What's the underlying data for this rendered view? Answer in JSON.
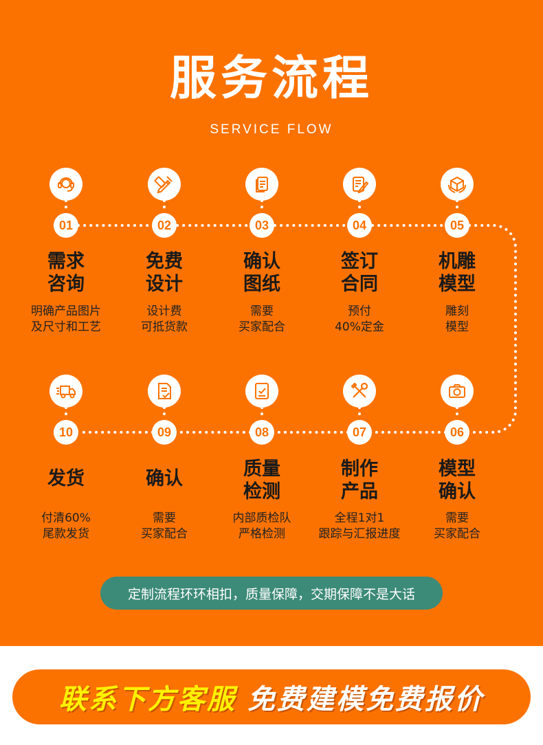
{
  "header": {
    "title": "服务流程",
    "subtitle": "SERVICE FLOW"
  },
  "steps": [
    {
      "num": "01",
      "title": [
        "需求",
        "咨询"
      ],
      "desc": [
        "明确产品图片",
        "及尺寸和工艺"
      ],
      "icon": "headset-icon"
    },
    {
      "num": "02",
      "title": [
        "免费",
        "设计"
      ],
      "desc": [
        "设计费",
        "可抵货款"
      ],
      "icon": "pencil-ruler-icon"
    },
    {
      "num": "03",
      "title": [
        "确认",
        "图纸"
      ],
      "desc": [
        "需要",
        "买家配合"
      ],
      "icon": "documents-icon"
    },
    {
      "num": "04",
      "title": [
        "签订",
        "合同"
      ],
      "desc": [
        "预付",
        "40%定金"
      ],
      "icon": "contract-sign-icon"
    },
    {
      "num": "05",
      "title": [
        "机雕",
        "模型"
      ],
      "desc": [
        "雕刻",
        "模型"
      ],
      "icon": "3d-cube-icon"
    },
    {
      "num": "06",
      "title": [
        "模型",
        "确认"
      ],
      "desc": [
        "需要",
        "买家配合"
      ],
      "icon": "camera-icon"
    },
    {
      "num": "07",
      "title": [
        "制作",
        "产品"
      ],
      "desc": [
        "全程1对1",
        "跟踪与汇报进度"
      ],
      "icon": "tools-icon"
    },
    {
      "num": "08",
      "title": [
        "质量",
        "检测"
      ],
      "desc": [
        "内部质检队",
        "严格检测"
      ],
      "icon": "inspection-icon"
    },
    {
      "num": "09",
      "title": [
        "确认"
      ],
      "desc": [
        "需要",
        "买家配合"
      ],
      "icon": "document-check-icon"
    },
    {
      "num": "10",
      "title": [
        "发货"
      ],
      "desc": [
        "付清60%",
        "尾款发货"
      ],
      "icon": "delivery-truck-icon"
    }
  ],
  "slogan": "定制流程环环相扣，质量保障，交期保障不是大话",
  "cta": {
    "left": "联系下方客服",
    "right": "免费建模免费报价"
  },
  "colors": {
    "brand_orange": "#fc7200",
    "slogan_green": "#3c8a78",
    "cta_yellow": "#fff200",
    "cta_white": "#ffffff"
  }
}
